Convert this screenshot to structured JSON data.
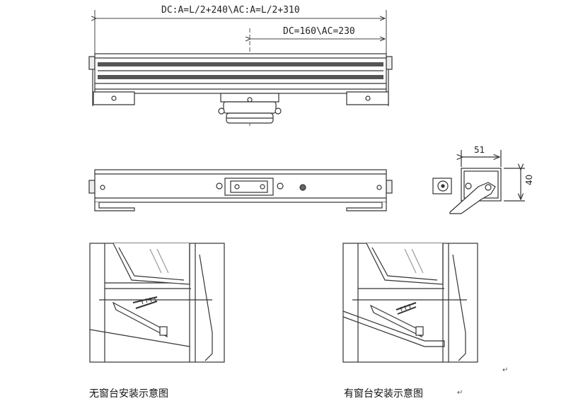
{
  "dimensions": {
    "overall_length": "DC:A=L/2+240\\AC:A=L/2+310",
    "center_offset": "DC=160\\AC=230",
    "side_width": "51",
    "side_height": "40"
  },
  "captions": {
    "without_sill": "无窗台安装示意图",
    "with_sill": "有窗台安装示意图",
    "return_mark": "↵"
  }
}
